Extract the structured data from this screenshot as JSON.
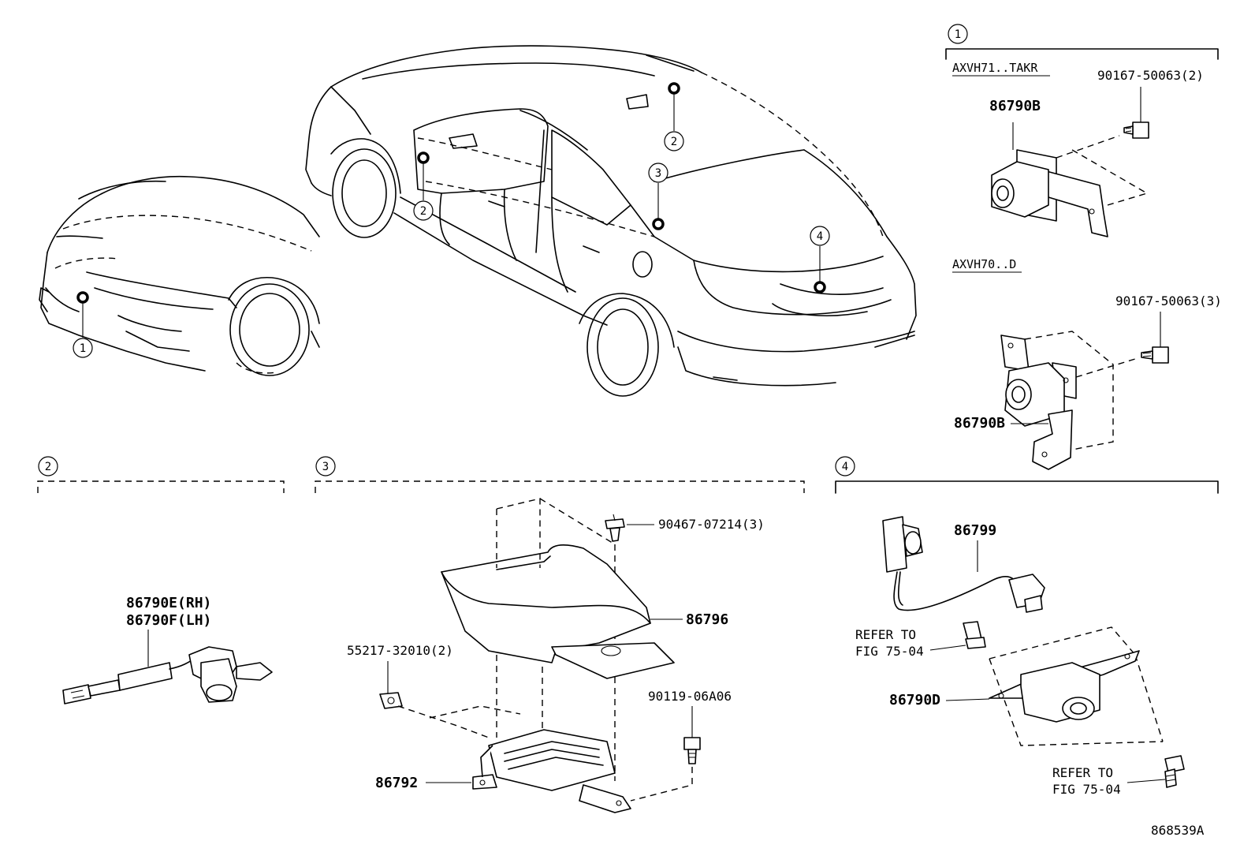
{
  "figure_code": "868539A",
  "callout_marks": {
    "c1": "1",
    "c2": "2",
    "c3": "3",
    "c4": "4"
  },
  "section_1": {
    "number": "1",
    "variant_a": {
      "label": "AXVH71..TAKR",
      "camera_part": "86790B",
      "screw_part": "90167-50063(2)"
    },
    "variant_b": {
      "label": "AXVH70..D",
      "camera_part": "86790B",
      "screw_part": "90167-50063(3)"
    }
  },
  "section_2": {
    "number": "2",
    "camera_part_rh": "86790E(RH)",
    "camera_part_lh": "86790F(LH)"
  },
  "section_3": {
    "number": "3",
    "clip_part": "90467-07214(3)",
    "cover_part": "86796",
    "nut_part": "55217-32010(2)",
    "bolt_part": "90119-06A06",
    "ecu_part": "86792"
  },
  "section_4": {
    "number": "4",
    "harness_part": "86799",
    "refer_text": "REFER TO",
    "refer_fig": "FIG 75-04",
    "camera_part": "86790D"
  }
}
